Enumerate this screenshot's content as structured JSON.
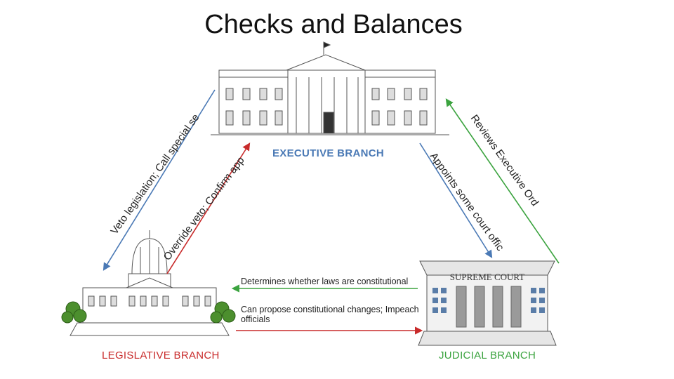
{
  "title": "Checks and Balances",
  "branches": {
    "executive": "EXECUTIVE BRANCH",
    "legislative": "LEGISLATIVE BRANCH",
    "judicial": "JUDICIAL BRANCH"
  },
  "building_signage": {
    "supreme_court": "SUPREME COURT"
  },
  "checks": {
    "exec_to_leg": "Veto legislation; Call special session",
    "leg_to_exec": "Override veto; Confirm appointments; Impeach officials",
    "exec_to_jud": "Appoints some court officials",
    "jud_to_exec": "Reviews Executive Orders",
    "jud_to_leg": "Determines whether laws are constitutional",
    "leg_to_jud": "Can propose constitutional changes; Impeach officials"
  },
  "colors": {
    "executive": "#4a79b5",
    "legislative": "#c82a2a",
    "judicial": "#3ba33f",
    "building_fill": "#ffffff",
    "building_stroke": "#555555"
  }
}
